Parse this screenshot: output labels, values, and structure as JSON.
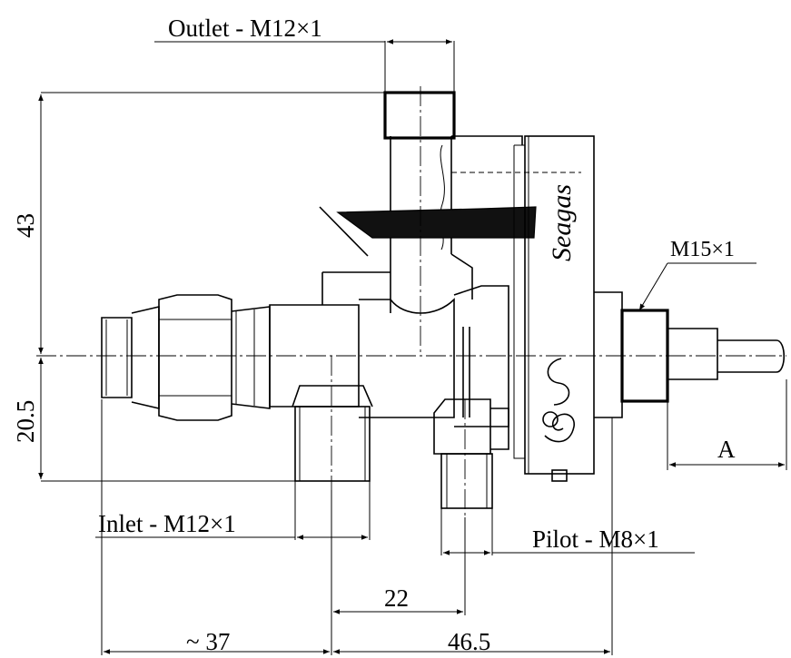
{
  "labels": {
    "outlet": "Outlet - M12×1",
    "inlet": "Inlet - M12×1",
    "pilot": "Pilot - M8×1",
    "thread_m15": "M15×1",
    "brand": "Seagas"
  },
  "dimensions": {
    "height_top": "43",
    "height_bottom": "20.5",
    "length_inlet": "~ 37",
    "length_outlet": "46.5",
    "offset_pilot": "22",
    "spindle": "A"
  }
}
